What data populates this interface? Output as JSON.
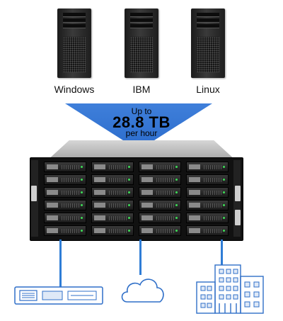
{
  "clients": [
    {
      "label": "Windows",
      "icon": "tower-server-icon"
    },
    {
      "label": "IBM",
      "icon": "tower-server-icon"
    },
    {
      "label": "Linux",
      "icon": "tower-server-icon"
    }
  ],
  "throughput": {
    "prefix": "Up to",
    "value": "28.8 TB",
    "suffix": "per hour"
  },
  "storage": {
    "icon": "rackmount-storage-icon"
  },
  "targets": [
    {
      "icon": "rack-server-icon"
    },
    {
      "icon": "cloud-icon"
    },
    {
      "icon": "office-building-icon"
    }
  ],
  "colors": {
    "accent": "#2f7dd6",
    "triangle": "#3f7fda",
    "icon_outline": "#2f6fc8"
  }
}
